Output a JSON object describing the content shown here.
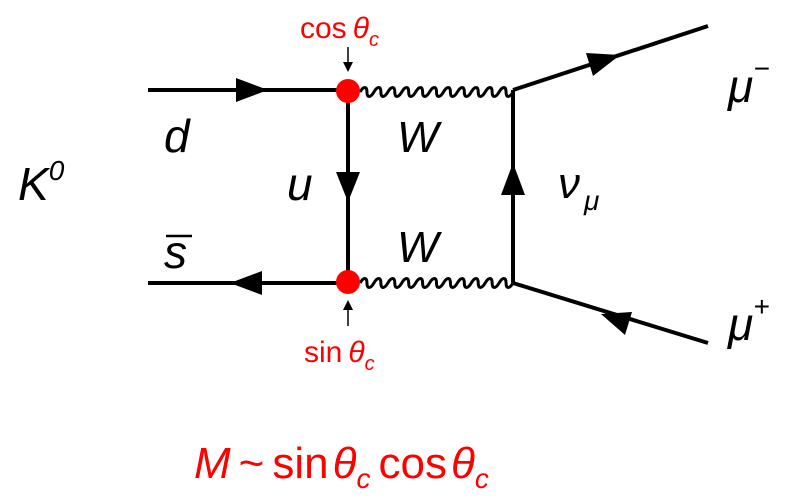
{
  "diagram": {
    "labels": {
      "cos_vertex": {
        "prefix": "cos",
        "symbol": "θ",
        "subscript": "c"
      },
      "sin_vertex": {
        "prefix": "sin",
        "symbol": "θ",
        "subscript": "c"
      },
      "kaon": {
        "base": "K",
        "sup": "0"
      },
      "d_quark": "d",
      "s_antiquark": "s",
      "u_quark": "u",
      "w_top": "W",
      "w_bottom": "W",
      "nu": {
        "base": "ν",
        "subscript": "μ"
      },
      "mu_minus": {
        "base": "μ",
        "sup": "−"
      },
      "mu_plus": {
        "base": "μ",
        "sup": "+"
      }
    },
    "formula": {
      "M": "M",
      "tilde": "~",
      "sin": "sin",
      "theta1": "θ",
      "c1": "c",
      "cos": "cos",
      "theta2": "θ",
      "c2": "c"
    },
    "colors": {
      "accent": "#ff0000",
      "line": "#000000"
    }
  }
}
